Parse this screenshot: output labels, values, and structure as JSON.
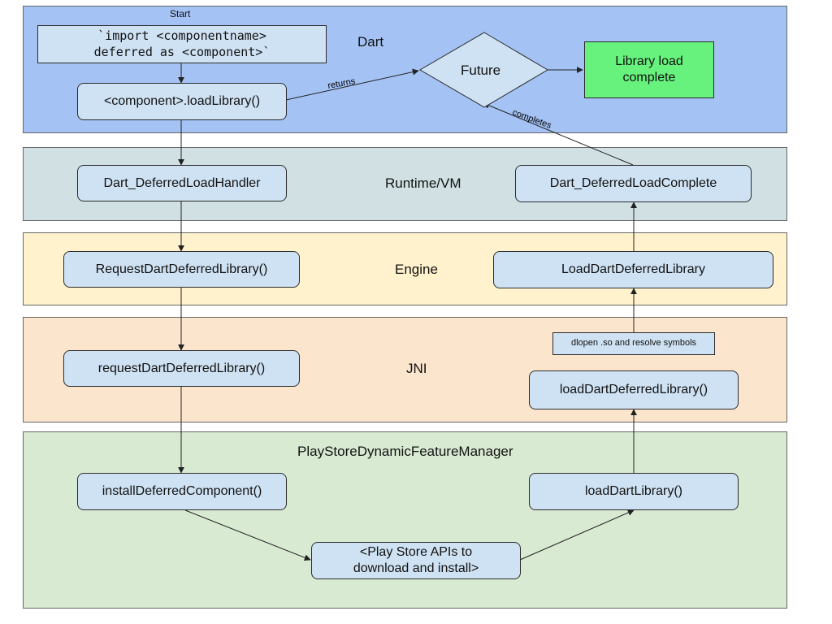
{
  "colors": {
    "dart": "#a4c2f4",
    "runtime": "#d0e0e3",
    "engine": "#fff2cc",
    "jni": "#fce5cd",
    "playstore": "#d9ead3",
    "node": "#cfe2f3",
    "complete": "#66f27d"
  },
  "layers": {
    "dart": "Dart",
    "runtime": "Runtime/VM",
    "engine": "Engine",
    "jni": "JNI",
    "playstore": "PlayStoreDynamicFeatureManager"
  },
  "nodes": {
    "start_label": "Start",
    "import_line1": "`import <componentname>",
    "import_line2": "deferred as <component>`",
    "load_library": "<component>.loadLibrary()",
    "future": "Future",
    "library_complete": "Library load complete",
    "deferred_load_handler": "Dart_DeferredLoadHandler",
    "deferred_load_complete": "Dart_DeferredLoadComplete",
    "request_engine": "RequestDartDeferredLibrary()",
    "load_engine": "LoadDartDeferredLibrary",
    "dlopen": "dlopen .so and resolve symbols",
    "request_jni": "requestDartDeferredLibrary()",
    "load_jni": "loadDartDeferredLibrary()",
    "install_component": "installDeferredComponent()",
    "load_dart_library": "loadDartLibrary()",
    "play_store_line1": "<Play Store APIs to",
    "play_store_line2": "download and install>"
  },
  "edges": {
    "returns": "returns",
    "completes": "completes"
  }
}
